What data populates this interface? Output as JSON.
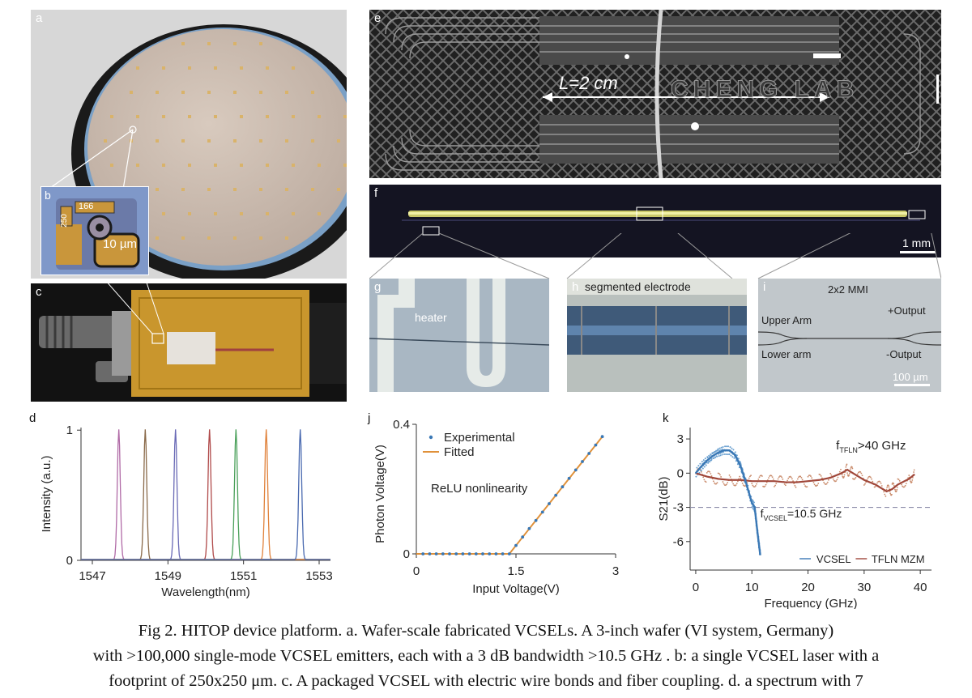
{
  "panel_labels": {
    "a": "a",
    "b": "b",
    "c": "c",
    "d": "d",
    "e": "e",
    "f": "f",
    "g": "g",
    "h": "h",
    "i": "i",
    "j": "j",
    "k": "k"
  },
  "b": {
    "chip_num1": "166",
    "chip_num2": "250",
    "scale": "10 µm"
  },
  "e": {
    "length_label": "L=2 cm",
    "lab_text": "CHENG LAB"
  },
  "f": {
    "scale": "1 mm"
  },
  "g": {
    "heater": "heater"
  },
  "h": {
    "title": "segmented electrode"
  },
  "i": {
    "title": "2x2 MMI",
    "upper_arm": "Upper Arm",
    "lower_arm": "Lower arm",
    "plus_out": "+Output",
    "minus_out": "-Output",
    "scale": "100 µm"
  },
  "colors": {
    "wafer": "#c9b8ac",
    "gold": "#c9962d",
    "sem_bg": "#1f1f1f",
    "micro_bg": "#a9b7c3"
  },
  "chart_data": [
    {
      "id": "d",
      "type": "line",
      "xlabel": "Wavelength(nm)",
      "ylabel": "Intensity (a.u.)",
      "xlim": [
        1546.7,
        1553.3
      ],
      "ylim": [
        0,
        1.02
      ],
      "xticks": [
        1547,
        1549,
        1551,
        1553
      ],
      "yticks": [
        0,
        1
      ],
      "grid": false,
      "series": [
        {
          "peak": 1547.7,
          "color": "#b06aa6"
        },
        {
          "peak": 1548.4,
          "color": "#8a6a4a"
        },
        {
          "peak": 1549.2,
          "color": "#6a6ab6"
        },
        {
          "peak": 1550.1,
          "color": "#b04a4a"
        },
        {
          "peak": 1550.8,
          "color": "#4aa05a"
        },
        {
          "peak": 1551.6,
          "color": "#e0813a"
        },
        {
          "peak": 1552.5,
          "color": "#4a6ab0"
        }
      ]
    },
    {
      "id": "j",
      "type": "scatter",
      "xlabel": "Input Voltage(V)",
      "ylabel": "Photon Voltage(V)",
      "xlim": [
        0,
        3
      ],
      "ylim": [
        0,
        0.4
      ],
      "xticks": [
        0,
        1.5,
        3
      ],
      "xtick_labels": [
        "0",
        "1.5",
        "3"
      ],
      "yticks": [
        0,
        0.4
      ],
      "ytick_labels": [
        "0",
        "0.4"
      ],
      "annotation": "ReLU nonlinearity",
      "legend_position": "top-left",
      "series": [
        {
          "name": "Experimental",
          "color": "#3a78b5",
          "x": [
            0.1,
            0.2,
            0.3,
            0.4,
            0.5,
            0.6,
            0.7,
            0.8,
            0.9,
            1.0,
            1.1,
            1.2,
            1.3,
            1.4,
            1.5,
            1.6,
            1.7,
            1.8,
            1.9,
            2.0,
            2.1,
            2.2,
            2.3,
            2.4,
            2.5,
            2.6,
            2.7,
            2.8
          ],
          "y": [
            0,
            0,
            0,
            0,
            0,
            0,
            0,
            0,
            0,
            0,
            0,
            0,
            0,
            0,
            0.026,
            0.052,
            0.078,
            0.103,
            0.129,
            0.155,
            0.181,
            0.207,
            0.233,
            0.259,
            0.285,
            0.31,
            0.336,
            0.362
          ]
        },
        {
          "name": "Fitted",
          "color": "#e0913a",
          "x": [
            0,
            1.4,
            2.8
          ],
          "y": [
            0,
            0,
            0.362
          ]
        }
      ]
    },
    {
      "id": "k",
      "type": "line",
      "xlabel": "Frequency (GHz)",
      "ylabel": "S21(dB)",
      "xlim": [
        -1,
        42
      ],
      "ylim": [
        -8.5,
        4
      ],
      "xticks": [
        0,
        10,
        20,
        30,
        40
      ],
      "yticks": [
        3,
        0,
        -3,
        -6
      ],
      "yticks_labels": [
        "3",
        "0",
        "-3",
        "-6"
      ],
      "ref_line": -3,
      "annotation_tfln": "f",
      "annotation_tfln_sub": "TFLN",
      "annotation_tfln_rest": ">40 GHz",
      "annotation_vcsel": "f",
      "annotation_vcsel_sub": "VCSEL",
      "annotation_vcsel_rest": "=10.5 GHz",
      "legend_position": "bottom",
      "series": [
        {
          "name": "VCSEL",
          "color": "#3a78b5",
          "x": [
            0,
            1,
            2,
            3,
            4,
            5,
            6,
            7,
            8,
            9,
            10,
            10.5,
            11,
            11.5
          ],
          "y": [
            0,
            0.6,
            1.1,
            1.5,
            1.8,
            2.0,
            2.0,
            1.6,
            0.6,
            -0.9,
            -2.6,
            -3.0,
            -5.2,
            -7.2
          ]
        },
        {
          "name": "TFLN MZM",
          "color": "#a0473a",
          "x": [
            0,
            2,
            4,
            6,
            8,
            10,
            12,
            14,
            16,
            18,
            20,
            22,
            24,
            26,
            27,
            28,
            30,
            32,
            34,
            35,
            36,
            38,
            39
          ],
          "y": [
            0,
            -0.3,
            -0.5,
            -0.6,
            -0.6,
            -0.7,
            -0.7,
            -0.7,
            -0.8,
            -0.8,
            -0.7,
            -0.6,
            -0.4,
            0.0,
            0.3,
            0.0,
            -0.6,
            -1.0,
            -1.6,
            -1.4,
            -1.0,
            -0.5,
            -0.1
          ]
        }
      ]
    }
  ],
  "caption": {
    "line1": "Fig 2. HITOP device platform. a. Wafer-scale fabricated VCSELs. A 3-inch wafer (VI system, Germany)",
    "line2": "with >100,000 single-mode VCSEL emitters, each with a 3 dB bandwidth >10.5 GHz . b: a single VCSEL laser with a",
    "line3": "footprint of 250x250 μm. c. A packaged VCSEL with electric wire bonds and fiber coupling. d. a spectrum with 7"
  }
}
